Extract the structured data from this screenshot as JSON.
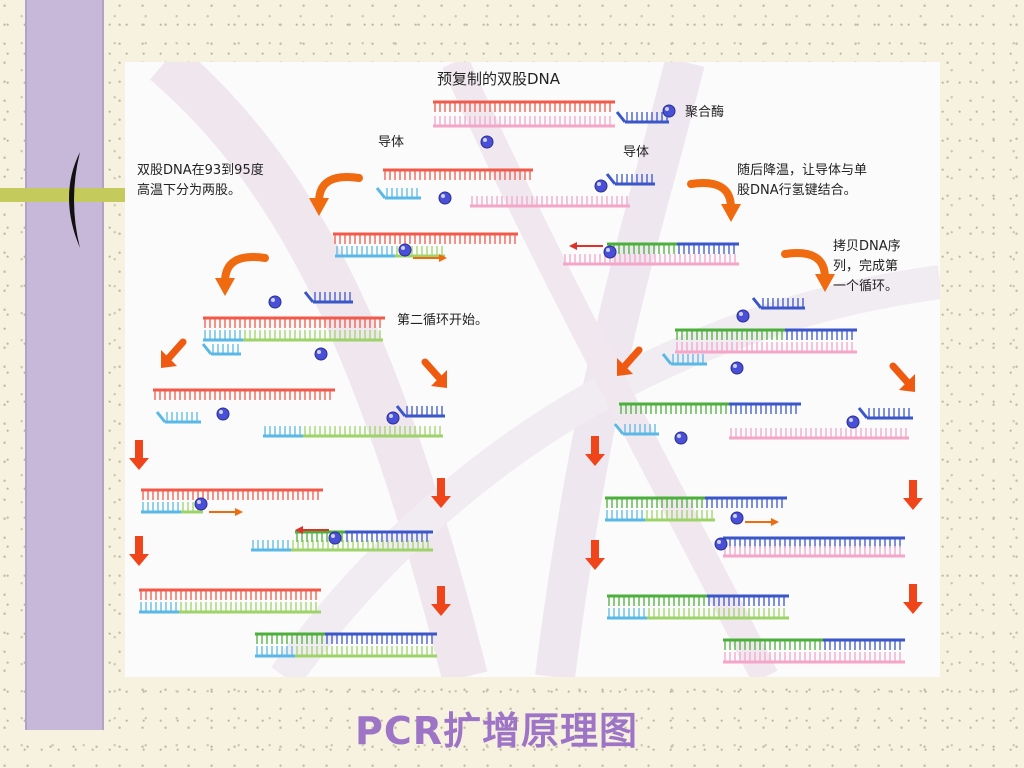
{
  "slide": {
    "caption": "PCR扩增原理图"
  },
  "diagram": {
    "title": "预复制的双股DNA",
    "legend_polymerase": "聚合酶",
    "label_primer_left": "导体",
    "label_primer_right": "导体",
    "step_denature": [
      "双股DNA在93到95度",
      "高温下分为两股。"
    ],
    "step_anneal": [
      "随后降温，让导体与单",
      "股DNA行氢键结合。"
    ],
    "step_copy": [
      "拷贝DNA序",
      "列，完成第",
      "一个循环。"
    ],
    "step_second_cycle": "第二循环开始。"
  },
  "colors": {
    "strand_red": "#f05a4a",
    "strand_pink": "#f3a6c8",
    "strand_blue": "#3a56c8",
    "strand_cyan": "#5ab8e6",
    "strand_green": "#4caf3c",
    "strand_lightgreen": "#9ed36a",
    "polymerase": "#4a4fd8",
    "arrow_orange": "#f06a10",
    "caption": "#9d74c6",
    "side_bar": "#c7b8d9",
    "band": "#c4cb5c"
  },
  "icons": [
    "bracket-icon",
    "polymerase-icon",
    "curved-arrow-icon",
    "down-arrow-icon"
  ]
}
